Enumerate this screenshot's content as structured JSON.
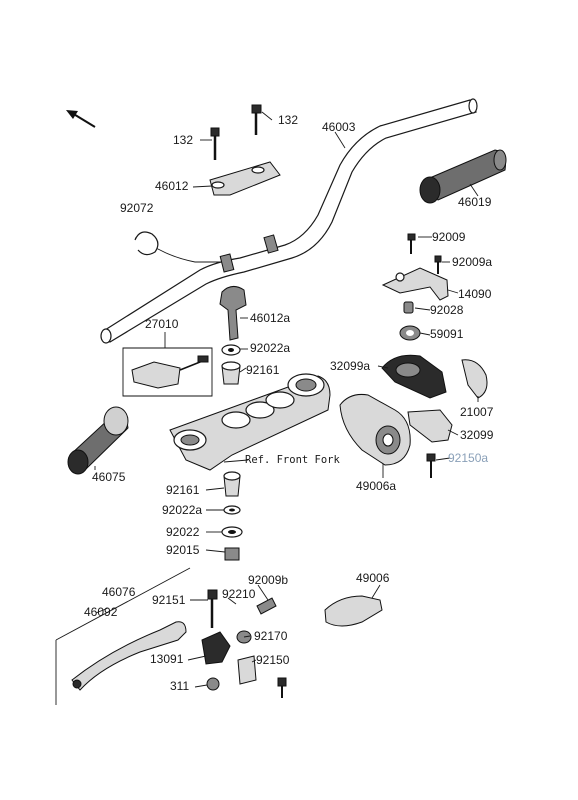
{
  "labels": {
    "l_132a": "132",
    "l_132b": "132",
    "l_46003": "46003",
    "l_46012": "46012",
    "l_92072": "92072",
    "l_46019": "46019",
    "l_92009": "92009",
    "l_92009a": "92009a",
    "l_14090": "14090",
    "l_46012a": "46012a",
    "l_27010": "27010",
    "l_92022a_top": "92022a",
    "l_92161_top": "92161",
    "l_92028": "92028",
    "l_59091": "59091",
    "l_32099a": "32099a",
    "l_21007": "21007",
    "l_32099": "32099",
    "l_92150a": "92150a",
    "l_ref": "Ref. Front Fork",
    "l_46075": "46075",
    "l_49006a": "49006a",
    "l_92161_bot": "92161",
    "l_92022a_bot": "92022a",
    "l_92022": "92022",
    "l_92015": "92015",
    "l_46076": "46076",
    "l_92009b": "92009b",
    "l_49006": "49006",
    "l_92151": "92151",
    "l_92210": "92210",
    "l_46092": "46092",
    "l_92170": "92170",
    "l_13091": "13091",
    "l_92150": "92150",
    "l_311": "311"
  },
  "icons": {
    "direction_arrow": "front-direction-arrow-icon"
  }
}
